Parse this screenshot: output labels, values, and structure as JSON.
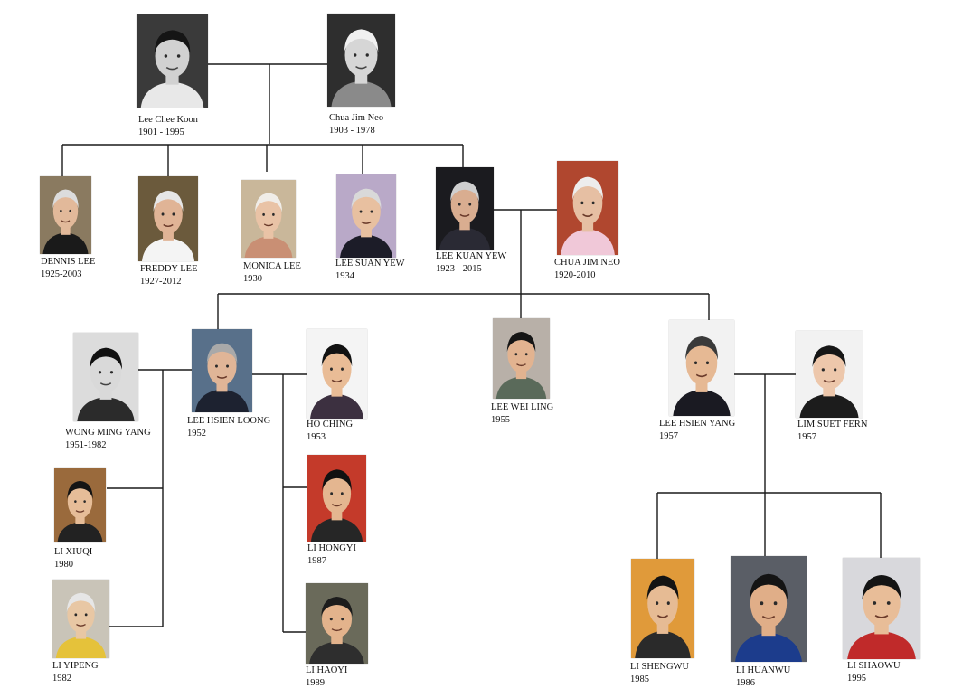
{
  "diagram": {
    "people": [
      {
        "id": "lee-chee-koon",
        "name": "Lee Chee Koon",
        "years": "1901 - 1995",
        "photo": {
          "bg": "#3a3a3a",
          "skin": "#d8d0c4",
          "hair": "#151515",
          "clothes": "#e8e8e8",
          "tone": "bw"
        }
      },
      {
        "id": "chua-jim-neo-sr",
        "name": "Chua Jim Neo",
        "years": "1903 - 1978",
        "photo": {
          "bg": "#2e2e2e",
          "skin": "#d6d6d6",
          "hair": "#f0f0f0",
          "clothes": "#8a8a8a",
          "tone": "bw"
        }
      },
      {
        "id": "dennis-lee",
        "name": "DENNIS LEE",
        "years": "1925-2003",
        "photo": {
          "bg": "#8a7a60",
          "skin": "#e2b99a",
          "hair": "#dcdcdc",
          "clothes": "#1a1a1a",
          "tone": "color"
        }
      },
      {
        "id": "freddy-lee",
        "name": "FREDDY LEE",
        "years": "1927-2012",
        "photo": {
          "bg": "#6b5a3c",
          "skin": "#e0b496",
          "hair": "#e6e6e6",
          "clothes": "#f4f4f4",
          "tone": "color"
        }
      },
      {
        "id": "monica-lee",
        "name": "MONICA LEE",
        "years": "1930",
        "photo": {
          "bg": "#c9b79a",
          "skin": "#e9c3a6",
          "hair": "#f0ede8",
          "clothes": "#c98f74",
          "tone": "color"
        }
      },
      {
        "id": "lee-suan-yew",
        "name": "LEE SUAN YEW",
        "years": "1934",
        "photo": {
          "bg": "#b9a9c8",
          "skin": "#e8c0a0",
          "hair": "#d9d9d9",
          "clothes": "#1c1c28",
          "tone": "color"
        }
      },
      {
        "id": "lee-kuan-yew",
        "name": "LEE KUAN YEW",
        "years": "1923 - 2015",
        "photo": {
          "bg": "#1b1b1f",
          "skin": "#d9ad90",
          "hair": "#cfcfcf",
          "clothes": "#2a2a34",
          "tone": "color"
        }
      },
      {
        "id": "kwa-geok-choo",
        "name": "CHUA JIM NEO",
        "years": "1920-2010",
        "photo": {
          "bg": "#b0472f",
          "skin": "#e6bfa3",
          "hair": "#ededed",
          "clothes": "#f0c8d8",
          "tone": "color"
        }
      },
      {
        "id": "wong-ming-yang",
        "name": "WONG MING YANG",
        "years": "1951-1982",
        "photo": {
          "bg": "#dcdcdc",
          "skin": "#d9d9d9",
          "hair": "#111111",
          "clothes": "#2b2b2b",
          "tone": "bw"
        }
      },
      {
        "id": "lee-hsien-loong",
        "name": "LEE HSIEN LOONG",
        "years": "1952",
        "photo": {
          "bg": "#58708a",
          "skin": "#e0b597",
          "hair": "#a9a9a9",
          "clothes": "#1d2230",
          "tone": "color"
        }
      },
      {
        "id": "ho-ching",
        "name": "HO CHING",
        "years": "1953",
        "photo": {
          "bg": "#f4f4f4",
          "skin": "#e9bc96",
          "hair": "#121212",
          "clothes": "#3c3040",
          "tone": "color"
        }
      },
      {
        "id": "lee-wei-ling",
        "name": "LEE WEI LING",
        "years": "1955",
        "photo": {
          "bg": "#b8b0a8",
          "skin": "#e2b390",
          "hair": "#151515",
          "clothes": "#5a6a5a",
          "tone": "color"
        }
      },
      {
        "id": "lee-hsien-yang",
        "name": "LEE HSIEN YANG",
        "years": "1957",
        "photo": {
          "bg": "#f2f2f2",
          "skin": "#e6b994",
          "hair": "#3a3a3a",
          "clothes": "#1a1a22",
          "tone": "color"
        }
      },
      {
        "id": "lim-suet-fern",
        "name": "LIM SUET FERN",
        "years": "1957",
        "photo": {
          "bg": "#f2f2f2",
          "skin": "#edc7ab",
          "hair": "#161616",
          "clothes": "#1c1c1c",
          "tone": "color"
        }
      },
      {
        "id": "li-xiuqi",
        "name": "LI XIUQI",
        "years": "1980",
        "photo": {
          "bg": "#9a6a3c",
          "skin": "#e6bd98",
          "hair": "#141414",
          "clothes": "#222222",
          "tone": "color"
        }
      },
      {
        "id": "li-yipeng",
        "name": "LI YIPENG",
        "years": "1982",
        "photo": {
          "bg": "#c9c4b8",
          "skin": "#e8c7a4",
          "hair": "#e6e6e6",
          "clothes": "#e5c23a",
          "tone": "color"
        }
      },
      {
        "id": "li-hongyi",
        "name": "LI HONGYI",
        "years": "1987",
        "photo": {
          "bg": "#c43a2a",
          "skin": "#e4b690",
          "hair": "#111111",
          "clothes": "#262626",
          "tone": "color"
        }
      },
      {
        "id": "li-haoyi",
        "name": "LI HAOYI",
        "years": "1989",
        "photo": {
          "bg": "#6a6a5a",
          "skin": "#e3b38c",
          "hair": "#1c1c1c",
          "clothes": "#2e2e2e",
          "tone": "color"
        }
      },
      {
        "id": "li-shengwu",
        "name": "LI SHENGWU",
        "years": "1985",
        "photo": {
          "bg": "#e09a3a",
          "skin": "#e6bb94",
          "hair": "#131313",
          "clothes": "#2a2a2a",
          "tone": "color"
        }
      },
      {
        "id": "li-huanwu",
        "name": "LI HUANWU",
        "years": "1986",
        "photo": {
          "bg": "#5a5e66",
          "skin": "#e0ae88",
          "hair": "#141414",
          "clothes": "#1c3c8c",
          "tone": "color"
        }
      },
      {
        "id": "li-shaowu",
        "name": "LI SHAOWU",
        "years": "1995",
        "photo": {
          "bg": "#d8d8dc",
          "skin": "#e8bd98",
          "hair": "#141414",
          "clothes": "#c02a2a",
          "tone": "color"
        }
      }
    ],
    "line_color": "#1a1a1a"
  }
}
